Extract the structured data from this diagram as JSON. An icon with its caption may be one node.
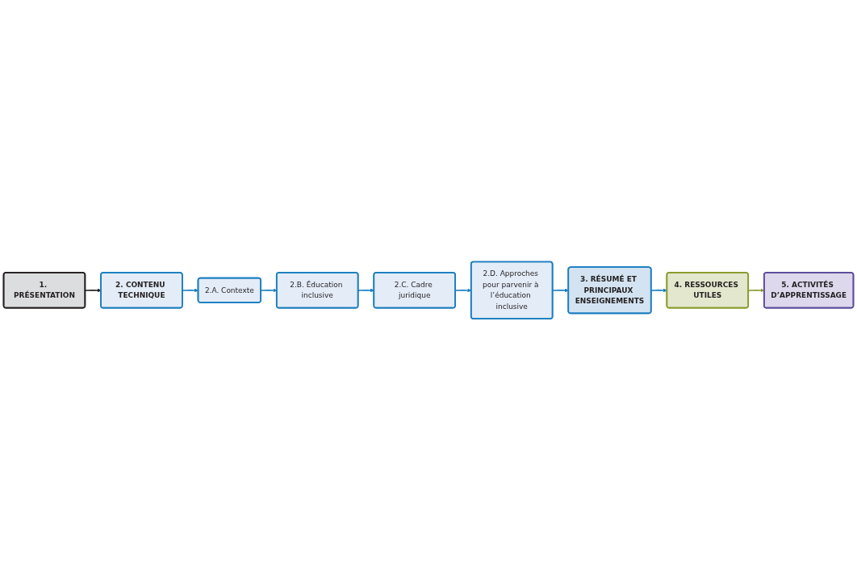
{
  "diagram": {
    "nodes": [
      {
        "text": [
          "1. PRÉSENTATION"
        ]
      },
      {
        "text": [
          "2. CONTENU TECHNIQUE"
        ]
      },
      {
        "text": [
          "2.A. Contexte"
        ]
      },
      {
        "text": [
          "2.B. Éducation inclusive"
        ]
      },
      {
        "text": [
          "2.C. Cadre juridique"
        ]
      },
      {
        "text": [
          "2.D. Approches pour parvenir à l’éducation inclusive"
        ]
      },
      {
        "text": [
          "3. RÉSUMÉ ET PRINCIPAUX ENSEIGNEMENTS"
        ]
      },
      {
        "text": [
          "4. RESSOURCES UTILES"
        ]
      },
      {
        "text": [
          "5. ACTIVITÉS D’APPRENTISSAGE"
        ]
      }
    ],
    "edges": [
      {
        "from": 0,
        "to": 1,
        "arrow": "to",
        "color": "#231f20"
      },
      {
        "from": 1,
        "to": 2,
        "arrow": "to"
      },
      {
        "from": 2,
        "to": 3,
        "arrow": "to"
      },
      {
        "from": 3,
        "to": 4,
        "arrow": "to"
      },
      {
        "from": 4,
        "to": 5,
        "arrow": "to"
      },
      {
        "from": 5,
        "to": 6,
        "arrow": "to"
      },
      {
        "from": 6,
        "to": 7,
        "arrow": "to"
      },
      {
        "from": 7,
        "to": 8,
        "arrow": "to",
        "color": "#8a9a2a"
      }
    ]
  }
}
